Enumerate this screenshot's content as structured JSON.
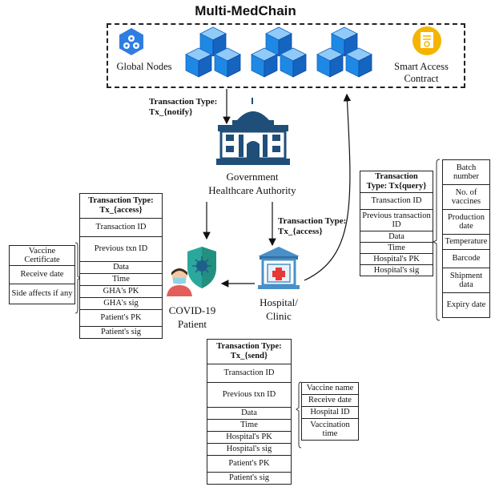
{
  "title": "Multi-MedChain",
  "network": {
    "global_nodes_label": "Global Nodes",
    "smart_contract_label_line1": "Smart Access",
    "smart_contract_label_line2": "Contract"
  },
  "entities": {
    "government_line1": "Government",
    "government_line2": "Healthcare Authority",
    "hospital_line1": "Hospital/",
    "hospital_line2": "Clinic",
    "patient_line1": "COVID-19",
    "patient_line2": "Patient"
  },
  "arrow_labels": {
    "notify_line1": "Transaction Type:",
    "notify_line2": "Tx_{notify}",
    "access_line1": "Transaction Type:",
    "access_line2": "Tx_{access}"
  },
  "tx_access": {
    "header_line1": "Transaction Type:",
    "header_line2": "Tx_{access}",
    "rows": [
      "Transaction ID",
      "Previous txn ID",
      "Data",
      "Time",
      "GHA's PK",
      "GHA's sig",
      "Patient's PK",
      "Patient's sig"
    ]
  },
  "access_data_fields": [
    "Vaccine Certificate",
    "Receive date",
    "Side affects if any"
  ],
  "tx_query": {
    "header_line1": "Transaction",
    "header_line2": "Type: Tx{query}",
    "rows": [
      "Transaction ID",
      "Previous transaction ID",
      "Data",
      "Time",
      "Hospital's PK",
      "Hospital's sig"
    ]
  },
  "query_data_fields": [
    "Batch number",
    "No. of vaccines",
    "Production date",
    "Temperature",
    "Barcode",
    "Shipment data",
    "Expiry date"
  ],
  "tx_send": {
    "header_line1": "Transaction Type:",
    "header_line2": "Tx_{send}",
    "rows": [
      "Transaction ID",
      "Previous txn ID",
      "Data",
      "Time",
      "Hospital's PK",
      "Hospital's sig",
      "Patient's PK",
      "Patient's sig"
    ]
  },
  "send_data_fields": [
    "Vaccine name",
    "Receive date",
    "Hospital ID",
    "Vaccination time"
  ],
  "colors": {
    "cube_front": "#1e88e5",
    "cube_top": "#90caf9",
    "cube_side": "#1565c0",
    "gha_blue": "#1f4e79",
    "hospital_blue": "#4a90c8",
    "hospital_red": "#e53935",
    "contract_yellow": "#f4b400",
    "shield_teal": "#2ba89c",
    "virus_blue": "#1f5f8b"
  }
}
